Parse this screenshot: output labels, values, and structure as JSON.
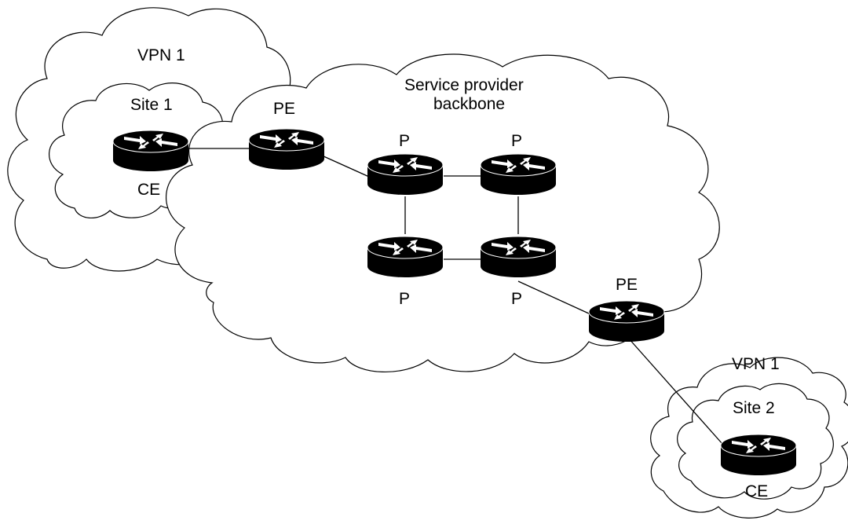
{
  "diagram": {
    "clouds": {
      "vpn1_left": "VPN 1",
      "site1": "Site 1",
      "backbone": [
        "Service provider",
        "backbone"
      ],
      "vpn1_right": "VPN 1",
      "site2": "Site 2"
    },
    "routers": [
      {
        "id": "ce-site1",
        "role": "CE",
        "label": "CE",
        "icon": "router-icon"
      },
      {
        "id": "pe-left",
        "role": "PE",
        "label": "PE",
        "icon": "router-icon"
      },
      {
        "id": "p-top-left",
        "role": "P",
        "label": "P",
        "icon": "router-icon"
      },
      {
        "id": "p-top-right",
        "role": "P",
        "label": "P",
        "icon": "router-icon"
      },
      {
        "id": "p-bottom-left",
        "role": "P",
        "label": "P",
        "icon": "router-icon"
      },
      {
        "id": "p-bottom-right",
        "role": "P",
        "label": "P",
        "icon": "router-icon"
      },
      {
        "id": "pe-right",
        "role": "PE",
        "label": "PE",
        "icon": "router-icon"
      },
      {
        "id": "ce-site2",
        "role": "CE",
        "label": "CE",
        "icon": "router-icon"
      }
    ],
    "links": [
      [
        "ce-site1",
        "pe-left"
      ],
      [
        "pe-left",
        "p-top-left"
      ],
      [
        "p-top-left",
        "p-top-right"
      ],
      [
        "p-top-left",
        "p-bottom-left"
      ],
      [
        "p-top-right",
        "p-bottom-right"
      ],
      [
        "p-bottom-left",
        "p-bottom-right"
      ],
      [
        "p-bottom-right",
        "pe-right"
      ],
      [
        "pe-right",
        "ce-site2"
      ]
    ],
    "colors": {
      "router_body": "#000000",
      "router_arrows": "#ffffff",
      "lines": "#000000",
      "background": "#ffffff"
    }
  }
}
